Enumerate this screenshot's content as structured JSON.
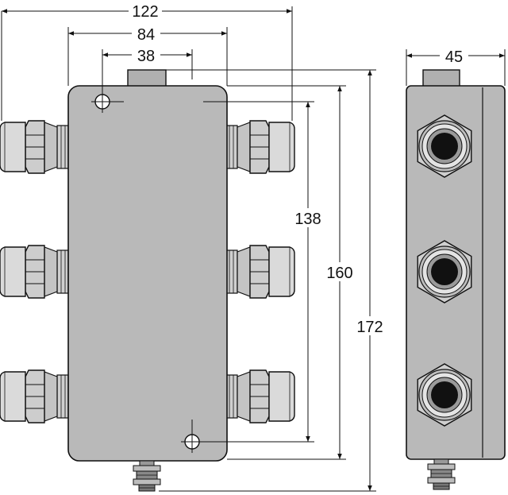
{
  "dimensions": {
    "overall_width": "122",
    "body_width": "84",
    "port_spacing": "38",
    "side_depth": "45",
    "port_pitch_height": "138",
    "body_height": "160",
    "overall_height": "172"
  },
  "colors": {
    "body_fill": "#b9b9b9",
    "fitting_fill": "#cfcfcf",
    "line": "#111111",
    "port_dark": "#111111"
  }
}
